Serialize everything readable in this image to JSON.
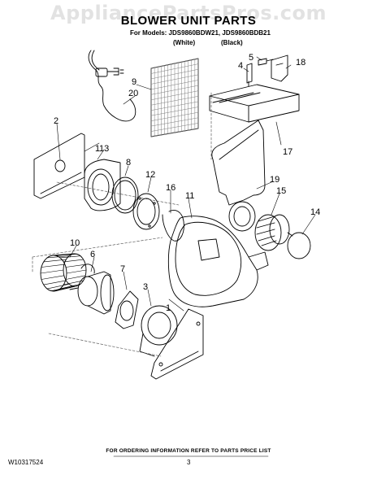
{
  "watermark": "AppliancePartsPros.com",
  "header": {
    "title": "BLOWER UNIT PARTS",
    "models_line": "For Models: JDS9860BDW21, JDS9860BDB21",
    "color_white": "(White)",
    "color_black": "(Black)"
  },
  "callouts": [
    "1",
    "1",
    "2",
    "3",
    "4",
    "5",
    "6",
    "7",
    "8",
    "9",
    "10",
    "11",
    "12",
    "13",
    "14",
    "15",
    "16",
    "17",
    "18",
    "19",
    "20"
  ],
  "footer": {
    "note": "FOR ORDERING INFORMATION REFER TO PARTS PRICE LIST",
    "doc_number": "W10317524",
    "page_number": "3"
  }
}
